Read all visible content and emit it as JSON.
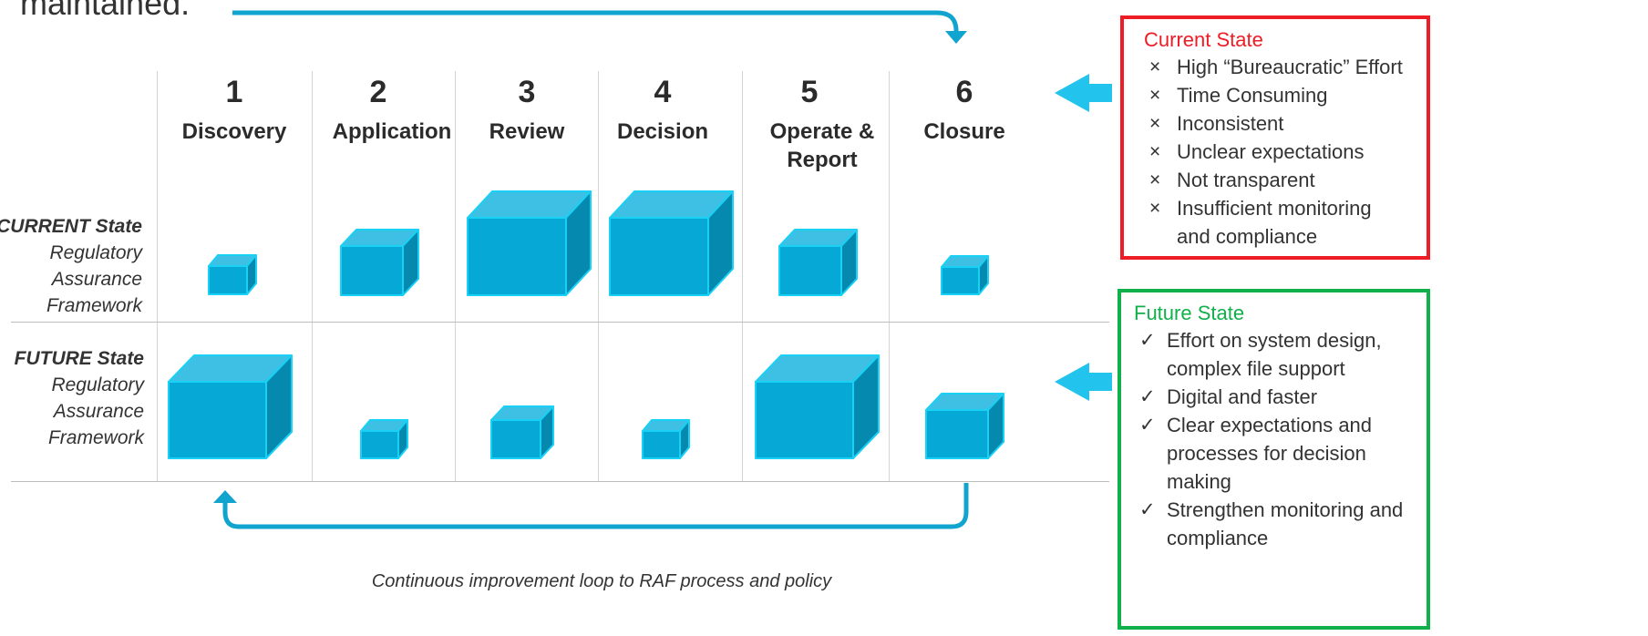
{
  "top_text": "maintained.",
  "stages": [
    {
      "number": "1",
      "name": "Discovery"
    },
    {
      "number": "2",
      "name": "Application"
    },
    {
      "number": "3",
      "name": "Review"
    },
    {
      "number": "4",
      "name": "Decision"
    },
    {
      "number": "5",
      "name_line1": "Operate &",
      "name_line2": "Report"
    },
    {
      "number": "6",
      "name": "Closure"
    }
  ],
  "rows": {
    "current": {
      "title": "CURRENT State",
      "line1": "Regulatory",
      "line2": "Assurance",
      "line3": "Framework"
    },
    "future": {
      "title": "FUTURE State",
      "line1": "Regulatory",
      "line2": "Assurance",
      "line3": "Framework"
    }
  },
  "current_panel": {
    "title": "Current State",
    "items": [
      "High “Bureaucratic” Effort",
      "Time Consuming",
      "Inconsistent",
      "Unclear expectations",
      "Not transparent",
      "Insufficient monitoring",
      "and compliance"
    ]
  },
  "future_panel": {
    "title": "Future State",
    "items": [
      "Effort on system design,",
      "complex file support",
      "Digital and faster",
      "Clear expectations and",
      "processes for decision",
      "making",
      "Strengthen monitoring and",
      "compliance"
    ]
  },
  "loop_caption": "Continuous improvement loop to RAF process and policy",
  "icons": {
    "cross": "×",
    "check": "✓"
  },
  "colors": {
    "cube_front": "#06a8d6",
    "cube_top": "#3dc0e4",
    "cube_side": "#0689ae",
    "cube_edge": "#19d0f5",
    "arrow_line": "#11a4cf",
    "pointer_arrow": "#22c4ee",
    "current_red": "#ee1c25",
    "future_green": "#10b04a"
  }
}
